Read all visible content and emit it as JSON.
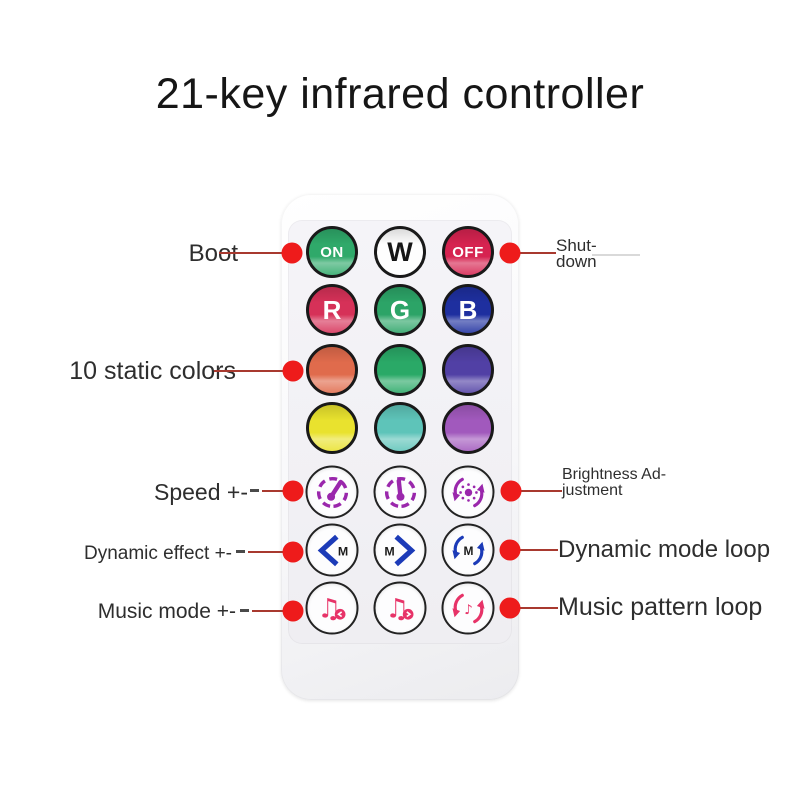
{
  "title": "21-key infrared controller",
  "colors": {
    "annotation_dot": "#ee1b1b",
    "annotation_line": "#a8392f",
    "label_text": "#2e2e2e",
    "speed_icon_purple": "#9a27ac",
    "mode_icon_blue": "#1c3bb8",
    "music_icon_pink": "#e73368",
    "remote_body": "#f6f6f8"
  },
  "remote": {
    "key_count": 21,
    "rows": [
      {
        "keys": [
          {
            "id": "on",
            "label": "ON",
            "bg": "#2fa96a"
          },
          {
            "id": "white",
            "label": "W",
            "bg": "#fefefe"
          },
          {
            "id": "off",
            "label": "OFF",
            "bg": "#d62350"
          }
        ]
      },
      {
        "keys": [
          {
            "id": "red",
            "label": "R",
            "bg": "#d63158"
          },
          {
            "id": "green",
            "label": "G",
            "bg": "#2ca467"
          },
          {
            "id": "blue",
            "label": "B",
            "bg": "#1e2f9f"
          }
        ]
      },
      {
        "keys": [
          {
            "id": "static-orange",
            "bg": "#e06b4c"
          },
          {
            "id": "static-green",
            "bg": "#2aa967"
          },
          {
            "id": "static-indigo",
            "bg": "#5140a5"
          }
        ]
      },
      {
        "keys": [
          {
            "id": "static-yellow",
            "bg": "#e9e22e"
          },
          {
            "id": "static-teal",
            "bg": "#5ec4b9"
          },
          {
            "id": "static-purple",
            "bg": "#a159bd"
          }
        ]
      },
      {
        "keys": [
          {
            "id": "speed-plus",
            "icon": "speedometer-plus-icon",
            "bg": "#fdfdfe",
            "icon_color": "#9a27ac"
          },
          {
            "id": "speed-minus",
            "icon": "speedometer-minus-icon",
            "bg": "#fdfdfe",
            "icon_color": "#9a27ac"
          },
          {
            "id": "brightness",
            "icon": "brightness-cycle-icon",
            "bg": "#fdfdfe",
            "icon_color": "#9a27ac"
          }
        ]
      },
      {
        "keys": [
          {
            "id": "mode-prev",
            "icon": "chevron-left-m-icon",
            "bg": "#fdfdfe",
            "icon_color": "#1c3bb8"
          },
          {
            "id": "mode-next",
            "icon": "m-chevron-right-icon",
            "bg": "#fdfdfe",
            "icon_color": "#1c3bb8"
          },
          {
            "id": "mode-loop",
            "icon": "m-cycle-icon",
            "bg": "#fdfdfe",
            "icon_color": "#1c3bb8"
          }
        ]
      },
      {
        "keys": [
          {
            "id": "music-prev",
            "icon": "music-note-prev-icon",
            "bg": "#fdfdfe",
            "icon_color": "#e73368"
          },
          {
            "id": "music-next",
            "icon": "music-note-next-icon",
            "bg": "#fdfdfe",
            "icon_color": "#e73368"
          },
          {
            "id": "music-loop",
            "icon": "music-cycle-icon",
            "bg": "#fdfdfe",
            "icon_color": "#e73368"
          }
        ]
      }
    ]
  },
  "annotations": {
    "boot": "Boot",
    "shutdown_line1": "Shut-",
    "shutdown_line2": "down",
    "static_colors": "10 static colors",
    "speed": "Speed +-",
    "brightness_line1": "Brightness Ad-",
    "brightness_line2": "justment",
    "dynamic_effect": "Dynamic effect +-",
    "dynamic_mode_loop": "Dynamic mode loop",
    "music_mode": "Music mode +-",
    "music_pattern_loop": "Music pattern loop"
  }
}
